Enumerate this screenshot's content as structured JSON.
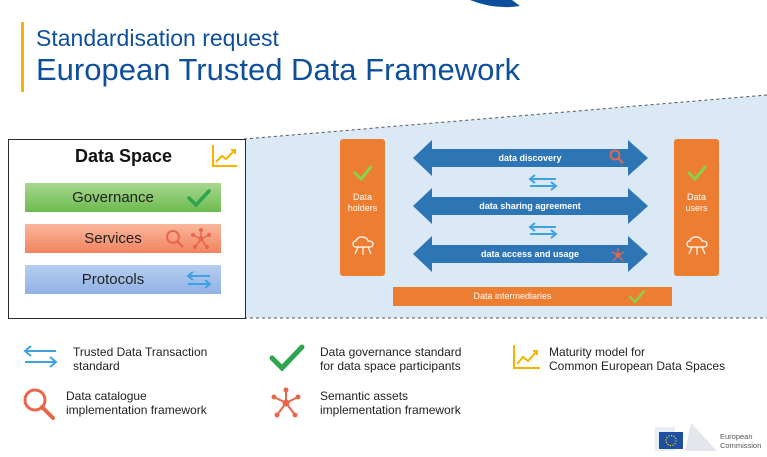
{
  "header": {
    "subtitle": "Standardisation request",
    "title": "European Trusted Data Framework"
  },
  "data_space": {
    "title": "Data Space",
    "items": [
      {
        "label": "Governance",
        "icon": "checkmark-icon"
      },
      {
        "label": "Services",
        "icon": "magnifier-icon"
      },
      {
        "label": "Protocols",
        "icon": "bidirectional-arrows-icon"
      }
    ]
  },
  "flow": {
    "holders_label": "Data holders",
    "users_label": "Data users",
    "arrows": [
      {
        "label": "data discovery"
      },
      {
        "label": "data sharing agreement"
      },
      {
        "label": "data access and usage"
      }
    ],
    "intermediaries_label": "Data intermediaries"
  },
  "legend": [
    {
      "text_line1": "Trusted Data Transaction",
      "text_line2": "standard",
      "icon": "bidirectional-arrows-icon"
    },
    {
      "text_line1": "Data governance standard",
      "text_line2": "for data space participants",
      "icon": "checkmark-icon"
    },
    {
      "text_line1": "Maturity model for",
      "text_line2": "Common European Data Spaces",
      "icon": "maturity-chart-icon"
    },
    {
      "text_line1": "Data catalogue",
      "text_line2": "implementation framework",
      "icon": "magnifier-icon"
    },
    {
      "text_line1": "Semantic assets",
      "text_line2": "implementation framework",
      "icon": "semantic-network-icon"
    }
  ],
  "footer": {
    "logo_line1": "European",
    "logo_line2": "Commission"
  },
  "colors": {
    "title_blue": "#0e4f9c",
    "accent_yellow": "#f4b400",
    "orange": "#ed7d31",
    "arrow_blue": "#2e75b6",
    "panel_blue": "#dbe8f6",
    "green_check": "#2ea44f",
    "light_blue_arrow": "#3ea1e0"
  }
}
